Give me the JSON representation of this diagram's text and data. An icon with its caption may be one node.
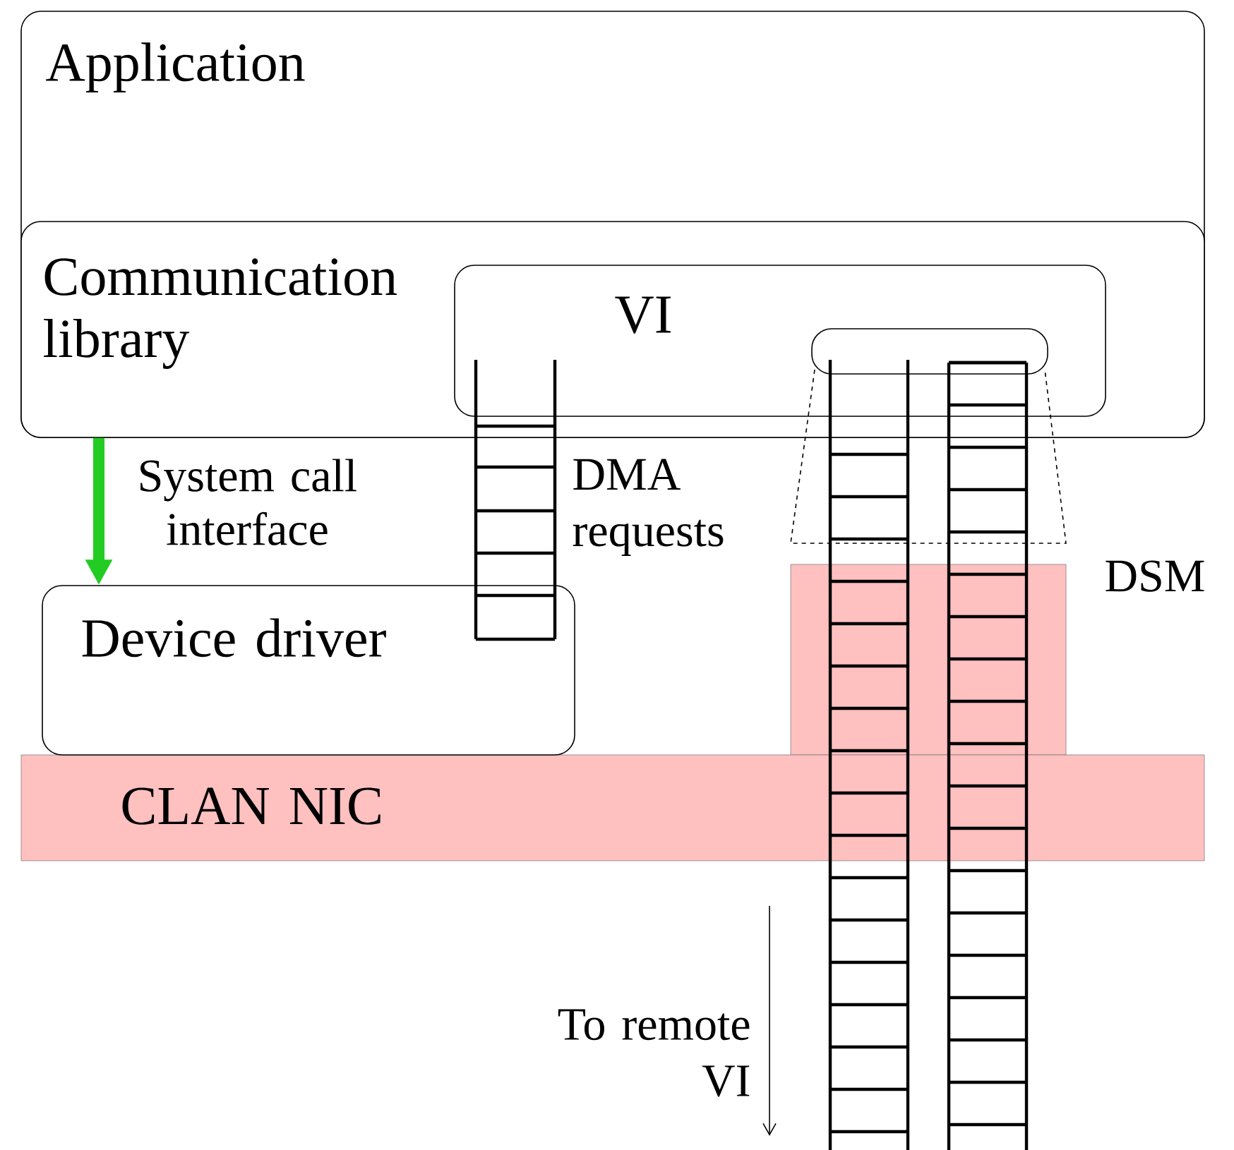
{
  "diagram": {
    "nodes": [
      {
        "text": [
          "Application"
        ]
      },
      {
        "text": [
          "Communication library"
        ],
        "in": 0
      },
      {
        "text": [
          "VI"
        ],
        "in": 1
      },
      {
        "text": [],
        "shape": "box",
        "in": 2
      },
      {
        "text": [
          "Device driver"
        ]
      },
      {
        "text": [
          "DSM"
        ]
      },
      {
        "text": [
          "CLAN NIC"
        ]
      }
    ],
    "edges": [
      {
        "from": 1,
        "to": 4,
        "arrow": "to",
        "label": "System call interface",
        "color": "#22cc22"
      }
    ],
    "labels": [
      "DMA requests",
      "To remote VI"
    ]
  }
}
